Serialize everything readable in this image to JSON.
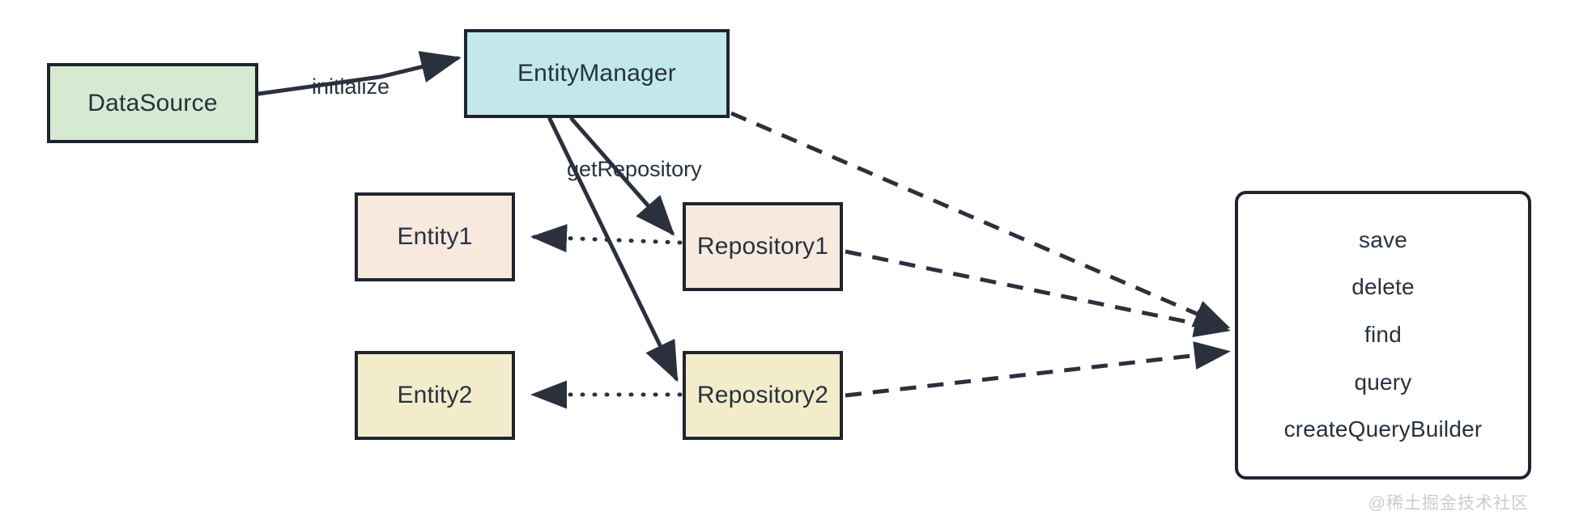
{
  "diagram": {
    "title": "TypeORM DataSource / EntityManager / Repository relationship diagram",
    "nodes": {
      "datasource": {
        "label": "DataSource",
        "fill": "#d5ead0"
      },
      "entitymanager": {
        "label": "EntityManager",
        "fill": "#c2e8ea"
      },
      "entity1": {
        "label": "Entity1",
        "fill": "#f7e9de"
      },
      "repository1": {
        "label": "Repository1",
        "fill": "#f7e9de"
      },
      "entity2": {
        "label": "Entity2",
        "fill": "#f2ecca"
      },
      "repository2": {
        "label": "Repository2",
        "fill": "#f2ecca"
      },
      "methods": {
        "fill": "#ffffff",
        "items": [
          "save",
          "delete",
          "find",
          "query",
          "createQueryBuilder"
        ]
      }
    },
    "edge_labels": {
      "initialize": "initialize",
      "get_repository": "getRepository"
    },
    "stroke_color": "#1f2430",
    "text_color": "#27313f"
  },
  "watermark": {
    "text": "@稀土掘金技术社区",
    "color": "#c9ccd2"
  }
}
